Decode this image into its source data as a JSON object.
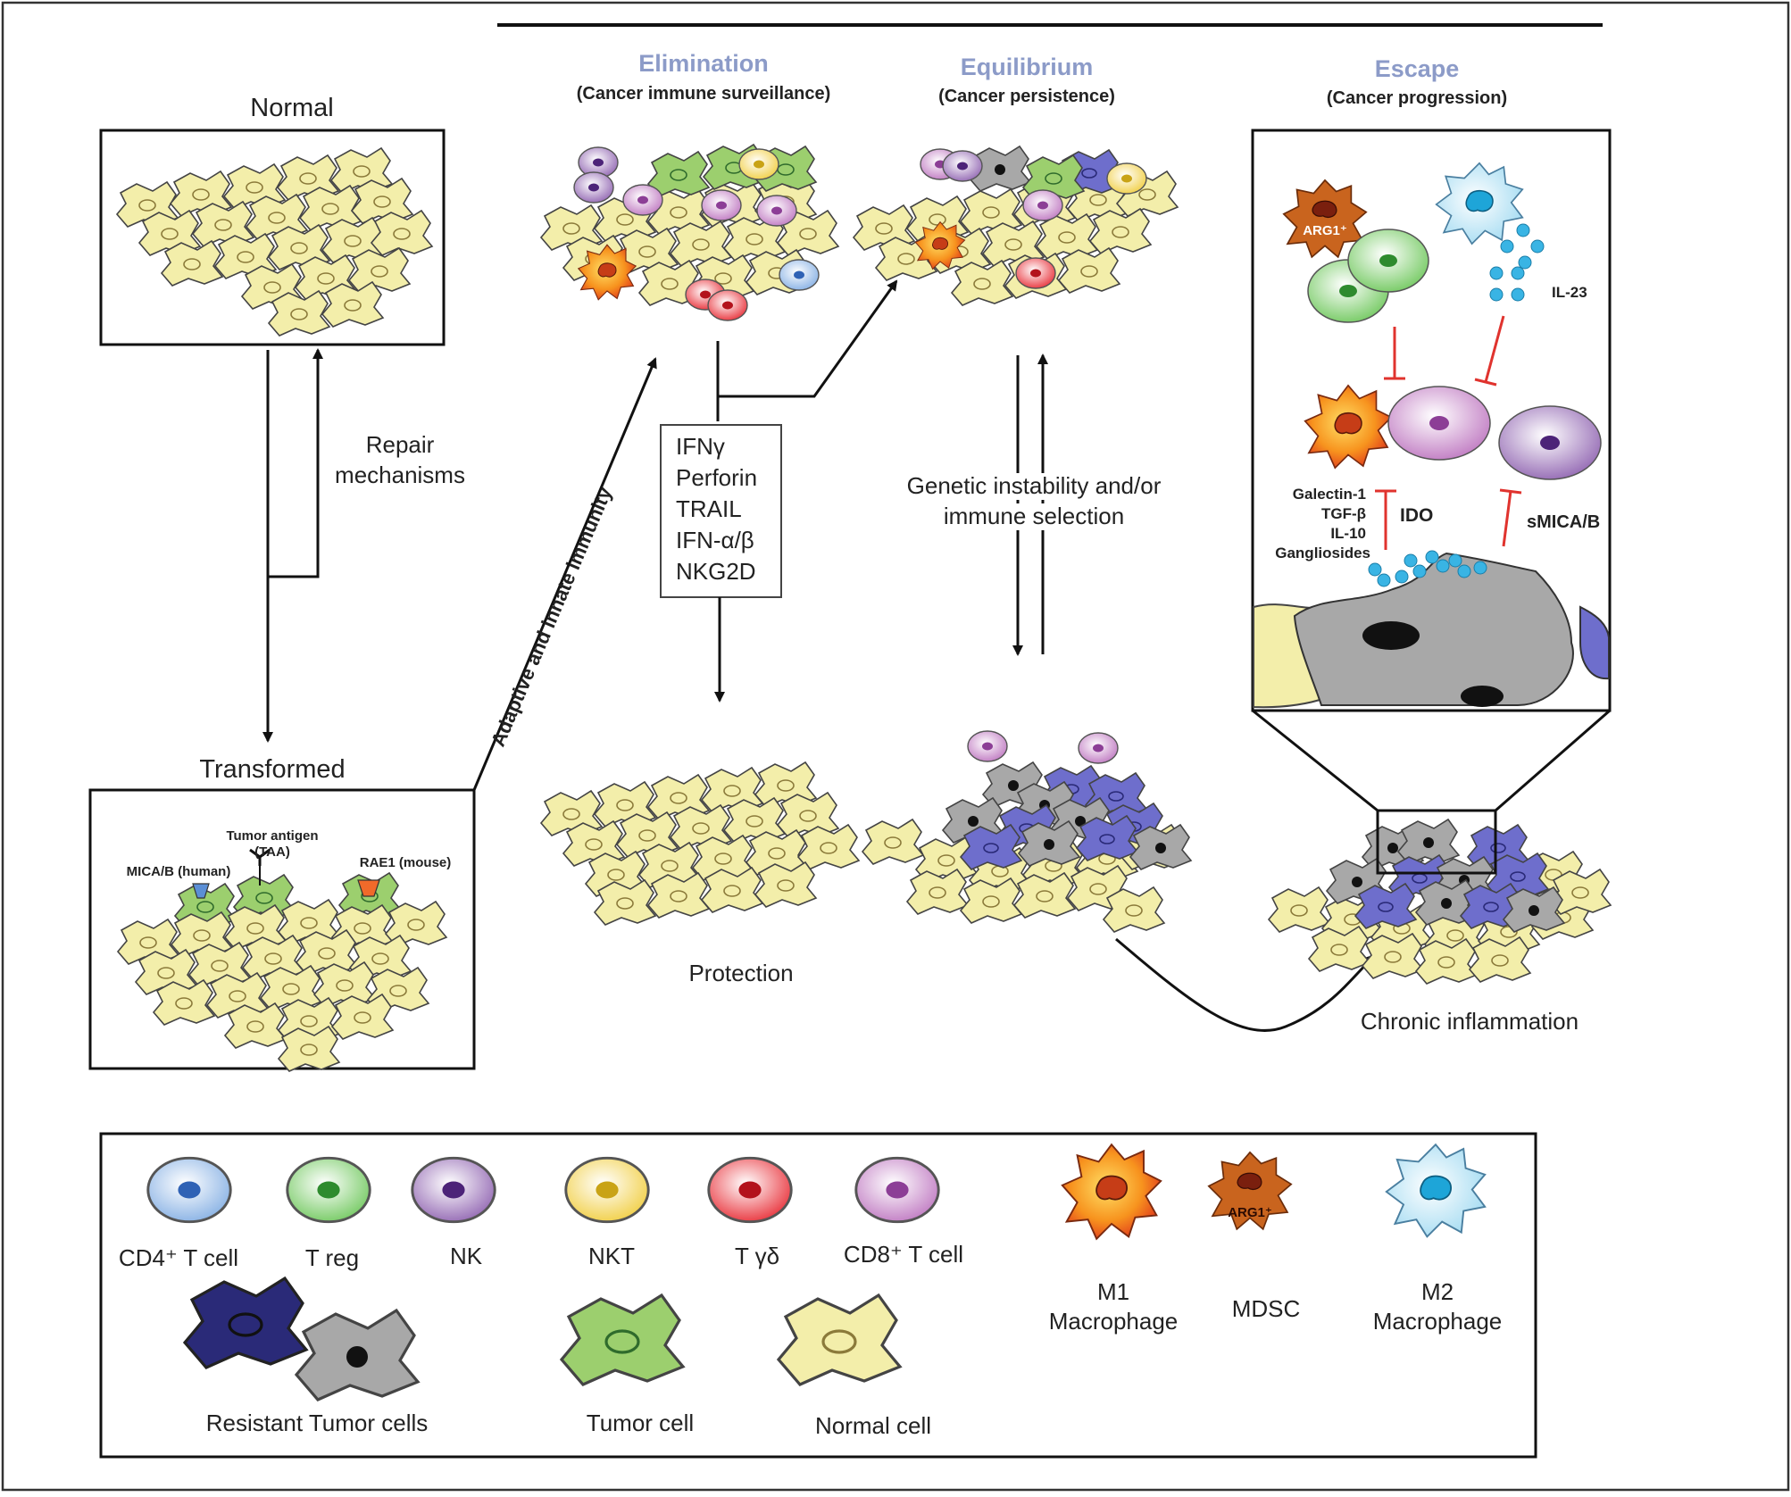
{
  "colors": {
    "phase_title": "#8c9bc8",
    "normal_cell": "#f3eeaa",
    "tumor_cell": "#9ccf6e",
    "resistant_dark": "#2a2a78",
    "resistant_blue": "#6e6ecc",
    "resistant_gray": "#a8a8a8",
    "inhibit_red": "#e0332e",
    "cytokine_dot": "#39b4e4"
  },
  "left": {
    "normal_label": "Normal",
    "repair_line1": "Repair",
    "repair_line2": "mechanisms",
    "transformed_label": "Transformed",
    "tumor_antigen": "Tumor antigen",
    "taa": "(TAA)",
    "mica_human": "MICA/B (human)",
    "rae1_mouse": "RAE1 (mouse)",
    "immunity_arrow": "Adaptive and innate immunity"
  },
  "phases": {
    "elimination": {
      "title": "Elimination",
      "subtitle": "(Cancer immune surveillance)"
    },
    "equilibrium": {
      "title": "Equilibrium",
      "subtitle": "(Cancer persistence)"
    },
    "escape": {
      "title": "Escape",
      "subtitle": "(Cancer progression)"
    }
  },
  "mediators": [
    "IFNγ",
    "Perforin",
    "TRAIL",
    "IFN-α/β",
    "NKG2D"
  ],
  "middle": {
    "protection": "Protection",
    "genetic_line1": "Genetic instability and/or",
    "genetic_line2": "immune selection",
    "chronic": "Chronic inflammation"
  },
  "escape_panel": {
    "arg1": "ARG1⁺",
    "il23": "IL-23",
    "suppressors": [
      "Galectin-1",
      "TGF-β",
      "IL-10",
      "Gangliosides"
    ],
    "ido": "IDO",
    "smica": "sMICA/B"
  },
  "legend": {
    "cd4": "CD4⁺ T cell",
    "treg": "T reg",
    "nk": "NK",
    "nkt": "NKT",
    "tgd": "T γδ",
    "cd8": "CD8⁺ T cell",
    "m1_line1": "M1",
    "m1_line2": "Macrophage",
    "mdsc": "MDSC",
    "mdsc_inner": "ARG1⁺",
    "m2_line1": "M2",
    "m2_line2": "Macrophage",
    "resistant": "Resistant Tumor cells",
    "tumor": "Tumor cell",
    "normal": "Normal cell"
  }
}
